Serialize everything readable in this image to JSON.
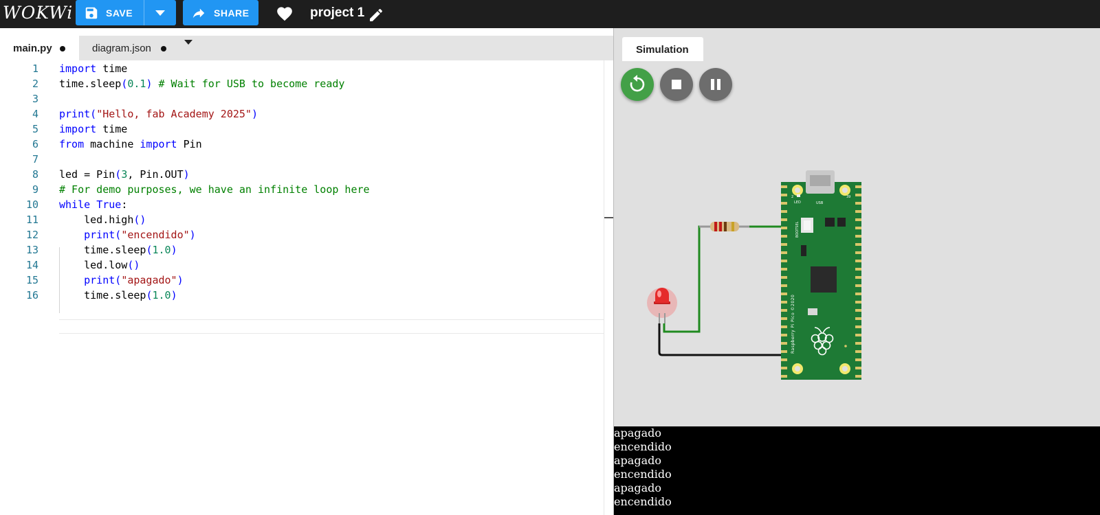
{
  "header": {
    "logo": "WOKWi",
    "save_label": "SAVE",
    "share_label": "SHARE",
    "project_title": "project 1"
  },
  "editor": {
    "tabs": [
      {
        "label": "main.py",
        "unsaved": true,
        "active": true
      },
      {
        "label": "diagram.json",
        "unsaved": true,
        "active": false
      }
    ],
    "line_numbers": [
      "1",
      "2",
      "3",
      "4",
      "5",
      "6",
      "7",
      "8",
      "9",
      "10",
      "11",
      "12",
      "13",
      "14",
      "15",
      "16"
    ],
    "lines": [
      "import time",
      "time.sleep(0.1) # Wait for USB to become ready",
      "",
      "print(\"Hello, fab Academy 2025\")",
      "import time",
      "from machine import Pin",
      "",
      "led = Pin(3, Pin.OUT)",
      "# For demo purposes, we have an infinite loop here",
      "while True:",
      "    led.high()",
      "    print(\"encendido\")",
      "    time.sleep(1.0)",
      "    led.low()",
      "    print(\"apagado\")",
      "    time.sleep(1.0)"
    ],
    "current_line": 16
  },
  "simulation": {
    "tab_label": "Simulation",
    "controls": [
      "restart",
      "stop",
      "pause"
    ],
    "board": {
      "name": "Raspberry Pi Pico ©2020",
      "labels": {
        "led": "LED",
        "usb": "USB",
        "bootsel": "BOOTSEL",
        "pin_left": "2",
        "pin_right": "39"
      }
    },
    "colors": {
      "restart": "#43a047",
      "control": "#6d6d6d",
      "board": "#1e7a35",
      "wire_green": "#1f8a1f",
      "wire_black": "#111111",
      "led": "#e52b2b"
    }
  },
  "serial_output": [
    "apagado",
    "encendido",
    "apagado",
    "encendido",
    "apagado",
    "encendido"
  ]
}
